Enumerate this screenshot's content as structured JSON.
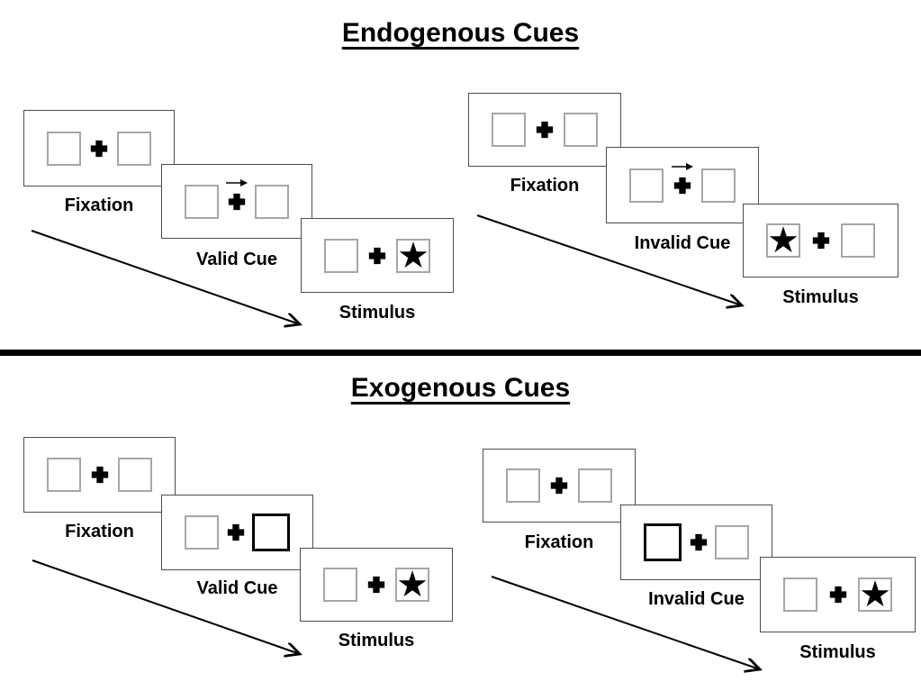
{
  "sections": [
    {
      "title": "Endogenous Cues",
      "groups": [
        {
          "condition": "valid",
          "panels": [
            {
              "label": "Fixation",
              "cue_type": "none",
              "star_side": "none"
            },
            {
              "label": "Valid Cue",
              "cue_type": "central-arrow-right",
              "star_side": "none"
            },
            {
              "label": "Stimulus",
              "cue_type": "none",
              "star_side": "right"
            }
          ]
        },
        {
          "condition": "invalid",
          "panels": [
            {
              "label": "Fixation",
              "cue_type": "none",
              "star_side": "none"
            },
            {
              "label": "Invalid Cue",
              "cue_type": "central-arrow-right",
              "star_side": "none"
            },
            {
              "label": "Stimulus",
              "cue_type": "none",
              "star_side": "left"
            }
          ]
        }
      ]
    },
    {
      "title": "Exogenous Cues",
      "groups": [
        {
          "condition": "valid",
          "panels": [
            {
              "label": "Fixation",
              "cue_type": "none",
              "star_side": "none"
            },
            {
              "label": "Valid Cue",
              "cue_type": "peripheral-box-right",
              "star_side": "none"
            },
            {
              "label": "Stimulus",
              "cue_type": "none",
              "star_side": "right"
            }
          ]
        },
        {
          "condition": "invalid",
          "panels": [
            {
              "label": "Fixation",
              "cue_type": "none",
              "star_side": "none"
            },
            {
              "label": "Invalid Cue",
              "cue_type": "peripheral-box-left",
              "star_side": "none"
            },
            {
              "label": "Stimulus",
              "cue_type": "none",
              "star_side": "right"
            }
          ]
        }
      ]
    }
  ],
  "icons": {
    "fixation_cross": "plus-icon",
    "stimulus_star": "★",
    "cue_arrow": "right-arrow-icon",
    "timeline_arrow": "diagonal-arrow-icon"
  },
  "colors": {
    "background": "#ffffff",
    "panel_border": "#4d4d4d",
    "box_border": "#a6a6a6",
    "cue_box_border": "#000000",
    "ink": "#000000"
  }
}
